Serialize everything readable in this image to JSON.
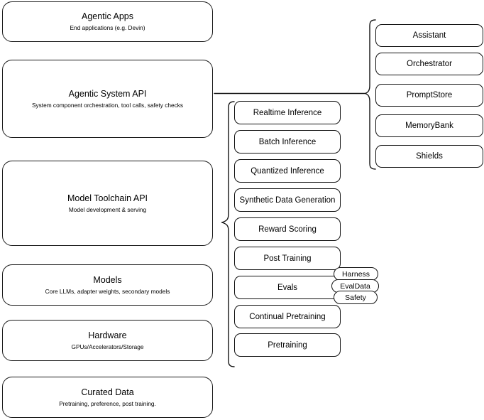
{
  "diagram": {
    "title": "AI Stack Layers Diagram",
    "background_color": "#ffffff",
    "stroke_color": "#111111"
  },
  "stack_layers": [
    {
      "id": "agentic-apps",
      "title": "Agentic Apps",
      "subtitle": "End applications (e.g. Devin)"
    },
    {
      "id": "agentic-system-api",
      "title": "Agentic System API",
      "subtitle": "System component orchestration, tool calls, safety checks"
    },
    {
      "id": "model-toolchain-api",
      "title": "Model Toolchain API",
      "subtitle": "Model development & serving"
    },
    {
      "id": "models",
      "title": "Models",
      "subtitle": "Core LLMs, adapter weights, secondary models"
    },
    {
      "id": "hardware",
      "title": "Hardware",
      "subtitle": "GPUs/Accelerators/Storage"
    },
    {
      "id": "curated-data",
      "title": "Curated Data",
      "subtitle": "Pretraining, preference, post training."
    }
  ],
  "toolchain_items": [
    {
      "id": "realtime-inference",
      "label": "Realtime Inference"
    },
    {
      "id": "batch-inference",
      "label": "Batch Inference"
    },
    {
      "id": "quantized-inference",
      "label": "Quantized Inference"
    },
    {
      "id": "synthetic-data-generation",
      "label": "Synthetic Data Generation"
    },
    {
      "id": "reward-scoring",
      "label": "Reward Scoring"
    },
    {
      "id": "post-training",
      "label": "Post Training"
    },
    {
      "id": "evals",
      "label": "Evals"
    },
    {
      "id": "continual-pretraining",
      "label": "Continual Pretraining"
    },
    {
      "id": "pretraining",
      "label": "Pretraining"
    }
  ],
  "eval_badges": [
    {
      "id": "harness",
      "label": "Harness"
    },
    {
      "id": "evaldata",
      "label": "EvalData"
    },
    {
      "id": "safety",
      "label": "Safety"
    }
  ],
  "system_items": [
    {
      "id": "assistant",
      "label": "Assistant"
    },
    {
      "id": "orchestrator",
      "label": "Orchestrator"
    },
    {
      "id": "promptstore",
      "label": "PromptStore"
    },
    {
      "id": "memorybank",
      "label": "MemoryBank"
    },
    {
      "id": "shields",
      "label": "Shields"
    }
  ]
}
